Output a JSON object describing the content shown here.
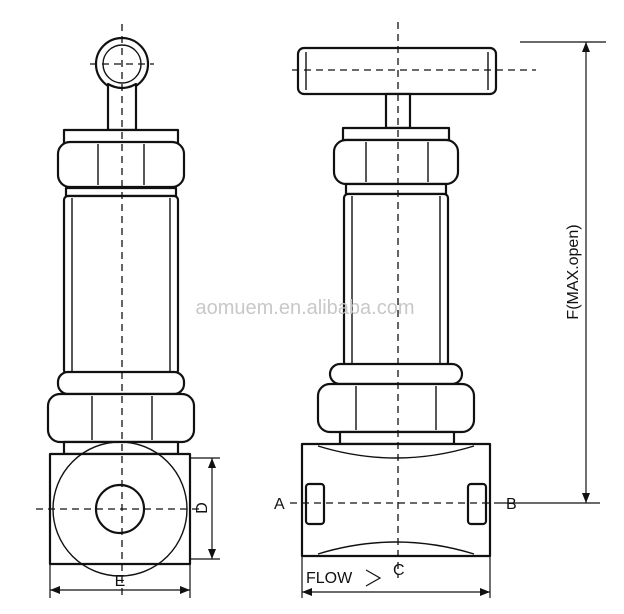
{
  "watermark": "aomuem.en.alibaba.com",
  "labels": {
    "a": "A",
    "b": "B",
    "c": "C",
    "d": "D",
    "e": "E",
    "f": "F(MAX.open)",
    "flow": "FLOW"
  }
}
